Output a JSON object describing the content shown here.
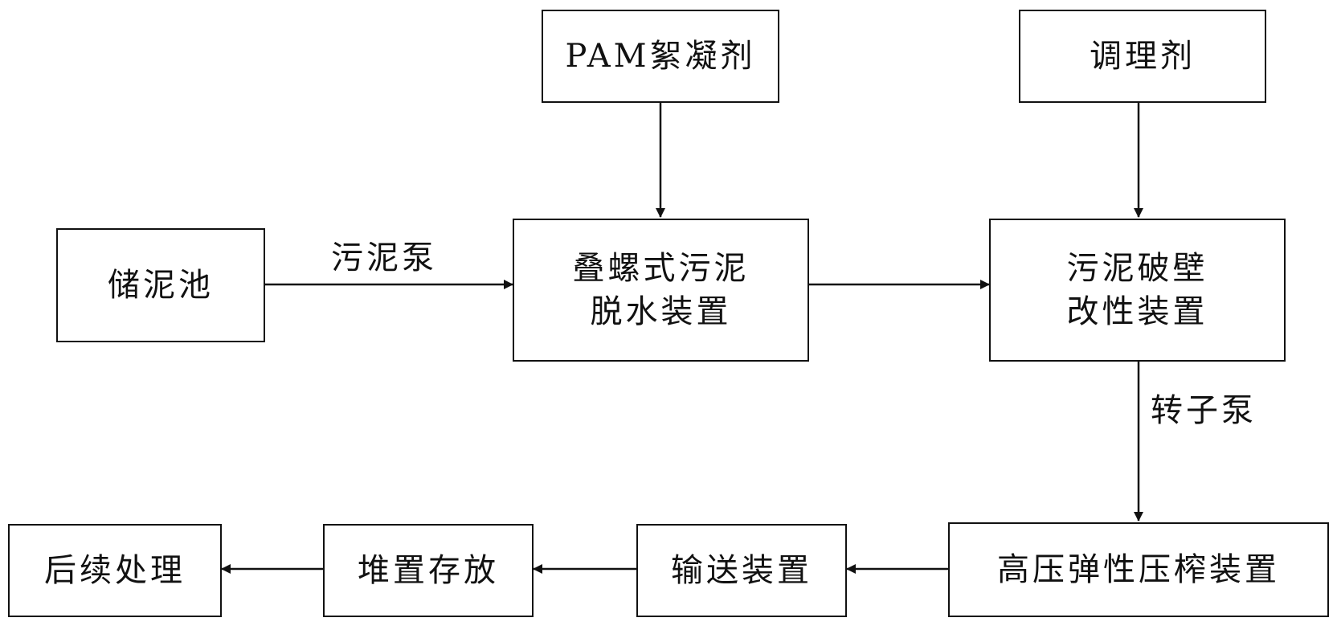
{
  "nodes": {
    "pam": "PAM絮凝剂",
    "conditioner": "调理剂",
    "sludge_tank": "储泥池",
    "screw_dewater_line1": "叠螺式污泥",
    "screw_dewater_line2": "脱水装置",
    "cell_break_line1": "污泥破壁",
    "cell_break_line2": "改性装置",
    "high_pressure_press": "高压弹性压榨装置",
    "conveyor": "输送装置",
    "stockpile": "堆置存放",
    "follow_up": "后续处理"
  },
  "edge_labels": {
    "sludge_pump": "污泥泵",
    "rotor_pump": "转子泵"
  }
}
